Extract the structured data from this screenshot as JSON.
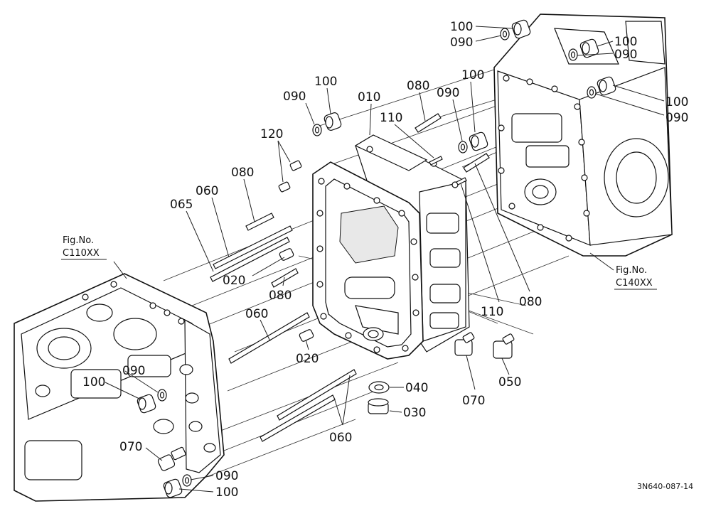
{
  "diagram": {
    "drawing_code": "3N640-087-14",
    "references": [
      {
        "id": "ref-c110",
        "line1": "Fig.No.",
        "line2": "C110XX"
      },
      {
        "id": "ref-c140",
        "line1": "Fig.No.",
        "line2": "C140XX"
      }
    ],
    "callouts": [
      {
        "id": "c1",
        "text": "100"
      },
      {
        "id": "c2",
        "text": "090"
      },
      {
        "id": "c3",
        "text": "100"
      },
      {
        "id": "c4",
        "text": "090"
      },
      {
        "id": "c5",
        "text": "100"
      },
      {
        "id": "c6",
        "text": "090"
      },
      {
        "id": "c7",
        "text": "100"
      },
      {
        "id": "c8",
        "text": "090"
      },
      {
        "id": "c9",
        "text": "010"
      },
      {
        "id": "c10",
        "text": "080"
      },
      {
        "id": "c11",
        "text": "090"
      },
      {
        "id": "c12",
        "text": "100"
      },
      {
        "id": "c13",
        "text": "110"
      },
      {
        "id": "c14",
        "text": "120"
      },
      {
        "id": "c15",
        "text": "080"
      },
      {
        "id": "c16",
        "text": "060"
      },
      {
        "id": "c17",
        "text": "065"
      },
      {
        "id": "c18",
        "text": "020"
      },
      {
        "id": "c19",
        "text": "080"
      },
      {
        "id": "c20",
        "text": "060"
      },
      {
        "id": "c21",
        "text": "020"
      },
      {
        "id": "c22",
        "text": "110"
      },
      {
        "id": "c23",
        "text": "080"
      },
      {
        "id": "c24",
        "text": "070"
      },
      {
        "id": "c25",
        "text": "050"
      },
      {
        "id": "c26",
        "text": "040"
      },
      {
        "id": "c27",
        "text": "030"
      },
      {
        "id": "c28",
        "text": "060"
      },
      {
        "id": "c29",
        "text": "090"
      },
      {
        "id": "c30",
        "text": "100"
      },
      {
        "id": "c31",
        "text": "070"
      },
      {
        "id": "c32",
        "text": "090"
      },
      {
        "id": "c33",
        "text": "100"
      }
    ]
  }
}
